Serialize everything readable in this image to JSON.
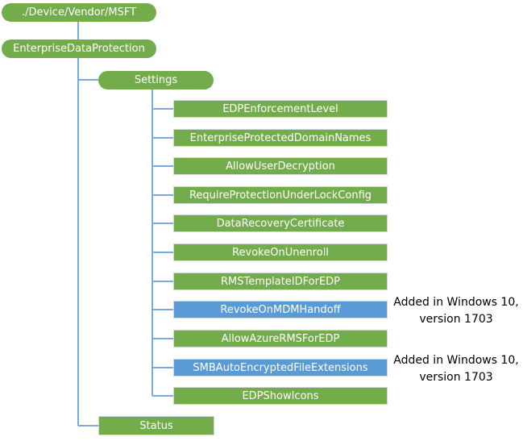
{
  "diagram": {
    "root_node": {
      "label": "./Device/Vendor/MSFT"
    },
    "enterprise_node": {
      "label": "EnterpriseDataProtection"
    },
    "settings_node": {
      "label": "Settings"
    },
    "status_node": {
      "label": "Status"
    },
    "settings_children": [
      {
        "label": "EDPEnforcementLevel",
        "highlighted": false
      },
      {
        "label": "EnterpriseProtectedDomainNames",
        "highlighted": false
      },
      {
        "label": "AllowUserDecryption",
        "highlighted": false
      },
      {
        "label": "RequireProtectionUnderLockConfig",
        "highlighted": false
      },
      {
        "label": "DataRecoveryCertificate",
        "highlighted": false
      },
      {
        "label": "RevokeOnUnenroll",
        "highlighted": false
      },
      {
        "label": "RMSTemplateIDForEDP",
        "highlighted": false
      },
      {
        "label": "RevokeOnMDMHandoff",
        "highlighted": true,
        "annotation": "Added in Windows 10, version 1703"
      },
      {
        "label": "AllowAzureRMSForEDP",
        "highlighted": false
      },
      {
        "label": "SMBAutoEncryptedFileExtensions",
        "highlighted": true,
        "annotation": "Added in Windows 10, version 1703"
      },
      {
        "label": "EDPShowIcons",
        "highlighted": false
      }
    ],
    "annotations": [
      {
        "line1": "Added in Windows 10,",
        "line2": "version 1703"
      },
      {
        "line1": "Added in Windows 10,",
        "line2": "version 1703"
      }
    ],
    "colors": {
      "node_green": "#73AC4B",
      "node_blue": "#5B9BD5",
      "connector_blue": "#7CA9DC",
      "node_text": "#FFFFFF",
      "annotation_text": "#000000"
    }
  }
}
